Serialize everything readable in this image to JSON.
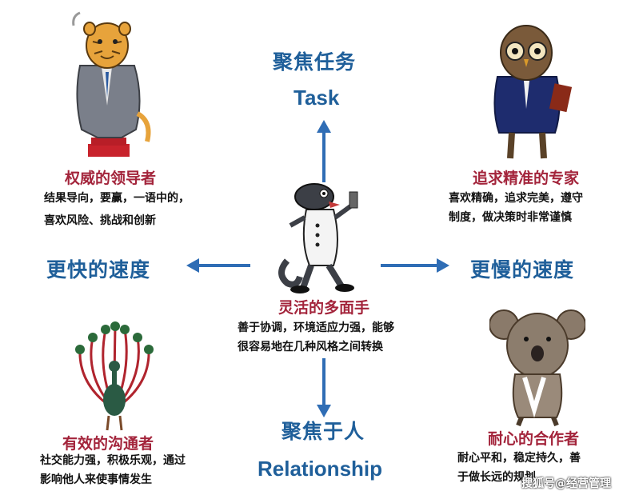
{
  "top": {
    "title": "聚焦任务",
    "subtitle": "Task"
  },
  "bottom": {
    "title": "聚焦于人",
    "subtitle": "Relationship"
  },
  "left": {
    "title": "更快的速度"
  },
  "right": {
    "title": "更慢的速度"
  },
  "center": {
    "role": "灵活的多面手",
    "desc": [
      "善于协调，环境适应力强，能够",
      "很容易地在几种风格之间转换"
    ]
  },
  "quadrants": {
    "top_left": {
      "role": "权威的领导者",
      "desc": [
        "结果导向，要赢，一语中的，",
        "喜欢风险、挑战和创新"
      ]
    },
    "top_right": {
      "role": "追求精准的专家",
      "desc": [
        "喜欢精确，追求完美，遵守",
        "制度，做决策时非常谨慎"
      ]
    },
    "bottom_left": {
      "role": "有效的沟通者",
      "desc": [
        "社交能力强，积极乐观，通过",
        "影响他人来使事情发生"
      ]
    },
    "bottom_right": {
      "role": "耐心的合作者",
      "desc": [
        "耐心平和，稳定持久，善",
        "于做长远的规划"
      ]
    }
  },
  "watermark": "搜狐号@经营管理",
  "colors": {
    "axis_label": "#1f5f9a",
    "role_label": "#a3243b",
    "arrow": "#2f6db5"
  },
  "illustrations": [
    "tiger-icon",
    "owl-icon",
    "chameleon-icon",
    "peacock-icon",
    "koala-icon"
  ]
}
